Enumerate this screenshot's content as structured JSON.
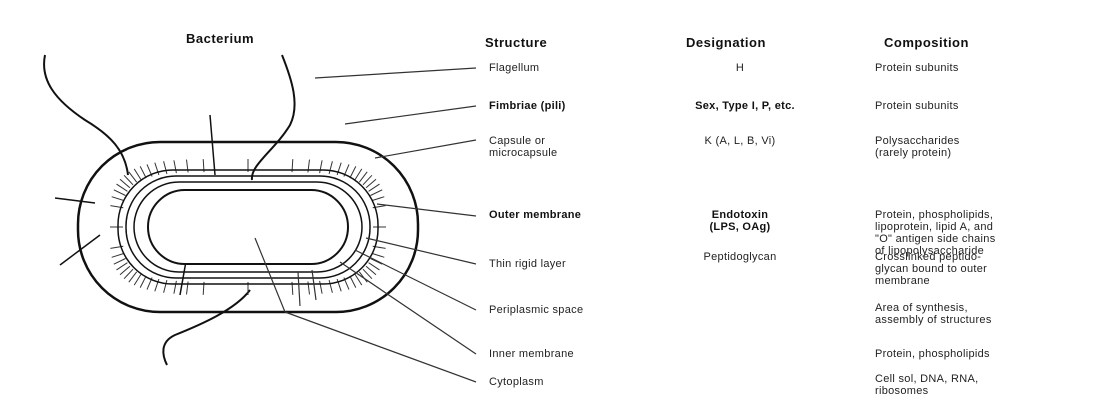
{
  "headers": {
    "bacterium": "Bacterium",
    "structure": "Structure",
    "designation": "Designation",
    "composition": "Composition"
  },
  "rows": [
    {
      "structure": "Flagellum",
      "designation": "H",
      "composition": "Protein subunits"
    },
    {
      "structure": "Fimbriae (pili)",
      "designation": "Sex, Type I, P, etc.",
      "composition": "Protein subunits"
    },
    {
      "structure": "Capsule or\nmicrocapsule",
      "designation": "K (A, L, B, Vi)",
      "composition": "Polysaccharides\n(rarely protein)"
    },
    {
      "structure": "Outer membrane",
      "designation": "Endotoxin\n(LPS, OAg)",
      "composition": "Protein, phospholipids,\nlipoprotein, lipid A, and\n\"O\" antigen side chains\nof lipopolysaccharide"
    },
    {
      "structure": "Thin rigid layer",
      "designation": "Peptidoglycan",
      "composition": "Crosslinked peptido-\nglycan bound to outer\nmembrane"
    },
    {
      "structure": "Periplasmic space",
      "designation": "",
      "composition": "Area of synthesis,\nassembly of structures"
    },
    {
      "structure": "Inner membrane",
      "designation": "",
      "composition": "Protein, phospholipids"
    },
    {
      "structure": "Cytoplasm",
      "designation": "",
      "composition": "Cell sol, DNA, RNA,\nribosomes"
    }
  ]
}
